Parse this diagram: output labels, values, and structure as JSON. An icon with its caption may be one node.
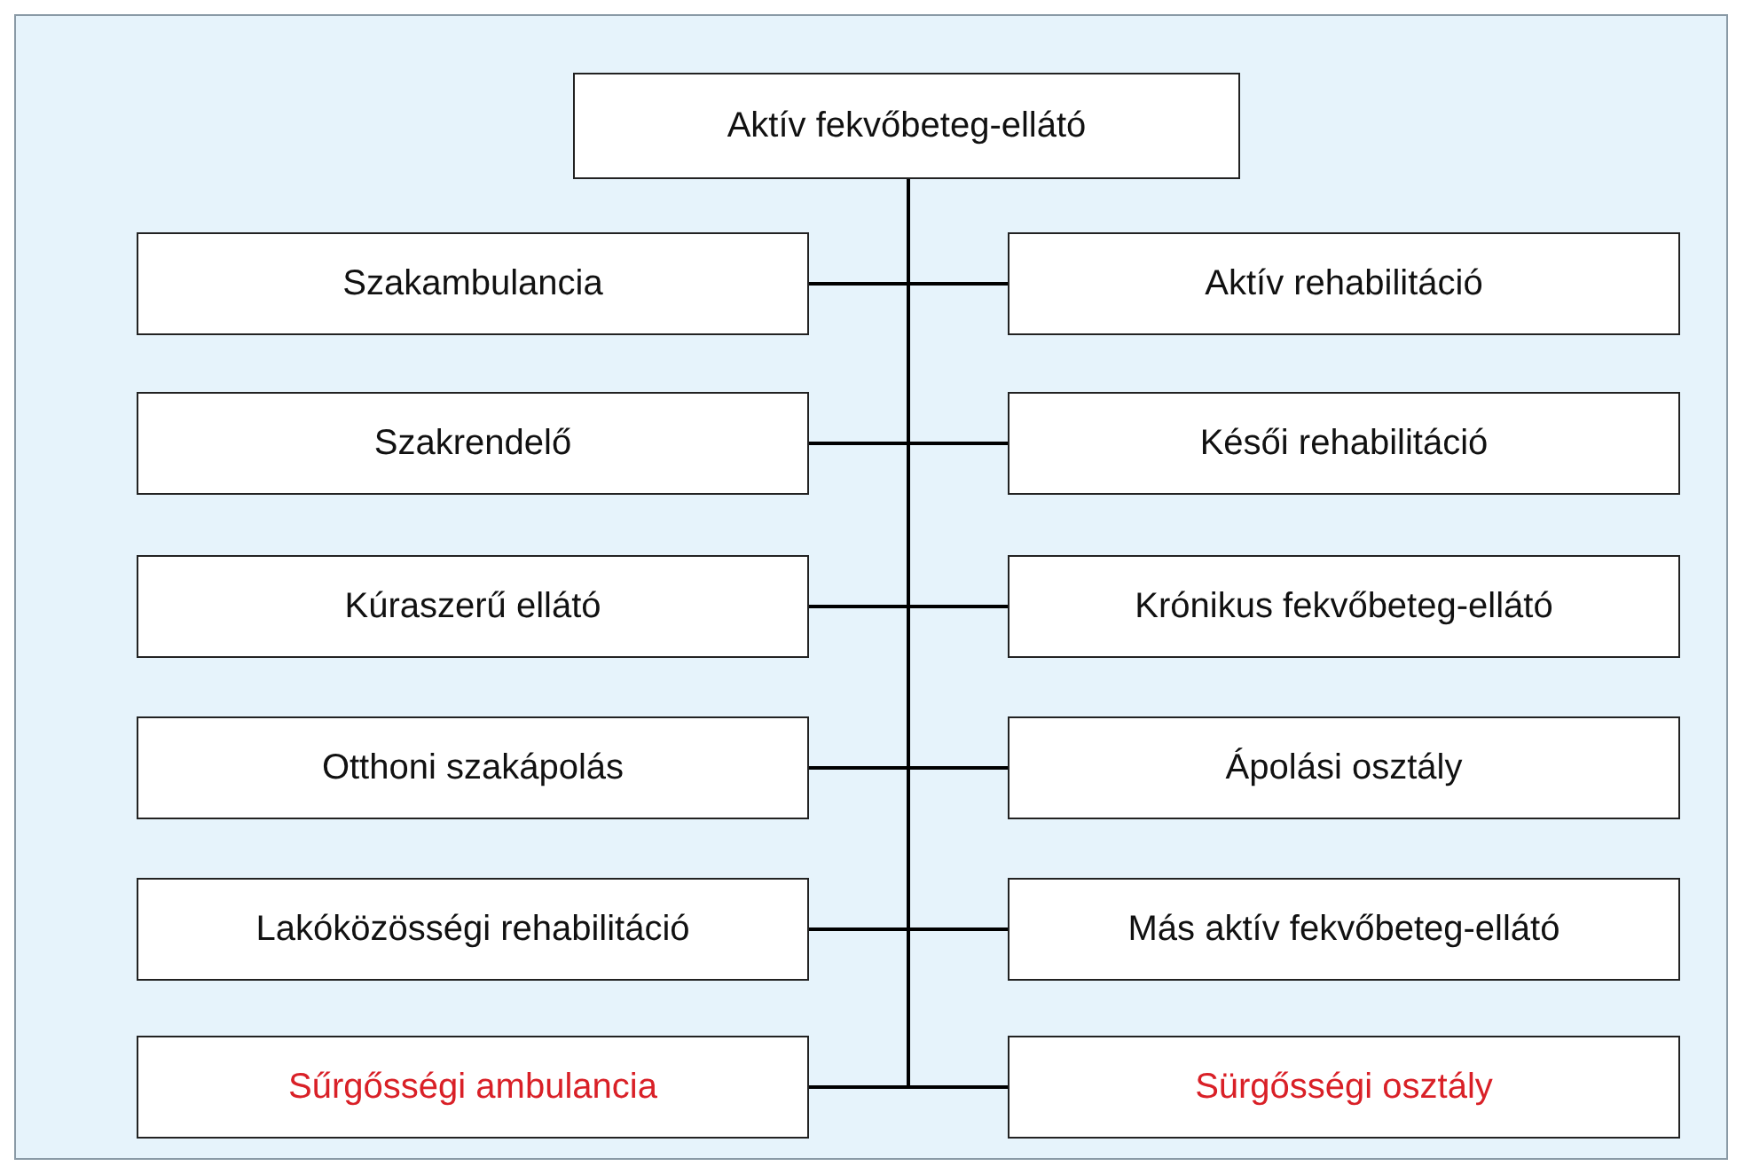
{
  "diagram": {
    "nodes": [
      {
        "text": [
          "Aktív fekvőbeteg-ellátó"
        ]
      },
      {
        "text": [
          "Szakambulancia"
        ]
      },
      {
        "text": [
          "Aktív rehabilitáció"
        ]
      },
      {
        "text": [
          "Szakrendelő"
        ]
      },
      {
        "text": [
          "Késői rehabilitáció"
        ]
      },
      {
        "text": [
          "Kúraszerű ellátó"
        ]
      },
      {
        "text": [
          "Krónikus fekvőbeteg-ellátó"
        ]
      },
      {
        "text": [
          "Otthoni szakápolás"
        ]
      },
      {
        "text": [
          "Ápolási osztály"
        ]
      },
      {
        "text": [
          "Lakóközösségi rehabilitáció"
        ]
      },
      {
        "text": [
          "Más aktív fekvőbeteg-ellátó"
        ]
      },
      {
        "text": [
          "Sűrgősségi ambulancia"
        ]
      },
      {
        "text": [
          "Sürgősségi osztály"
        ]
      }
    ],
    "edges": [
      {
        "from": 0,
        "to": 1,
        "arrow": "none"
      },
      {
        "from": 0,
        "to": 2,
        "arrow": "none"
      },
      {
        "from": 0,
        "to": 3,
        "arrow": "none"
      },
      {
        "from": 0,
        "to": 4,
        "arrow": "none"
      },
      {
        "from": 0,
        "to": 5,
        "arrow": "none"
      },
      {
        "from": 0,
        "to": 6,
        "arrow": "none"
      },
      {
        "from": 0,
        "to": 7,
        "arrow": "none"
      },
      {
        "from": 0,
        "to": 8,
        "arrow": "none"
      },
      {
        "from": 0,
        "to": 9,
        "arrow": "none"
      },
      {
        "from": 0,
        "to": 10,
        "arrow": "none"
      },
      {
        "from": 0,
        "to": 11,
        "arrow": "none"
      },
      {
        "from": 0,
        "to": 12,
        "arrow": "none"
      }
    ]
  }
}
